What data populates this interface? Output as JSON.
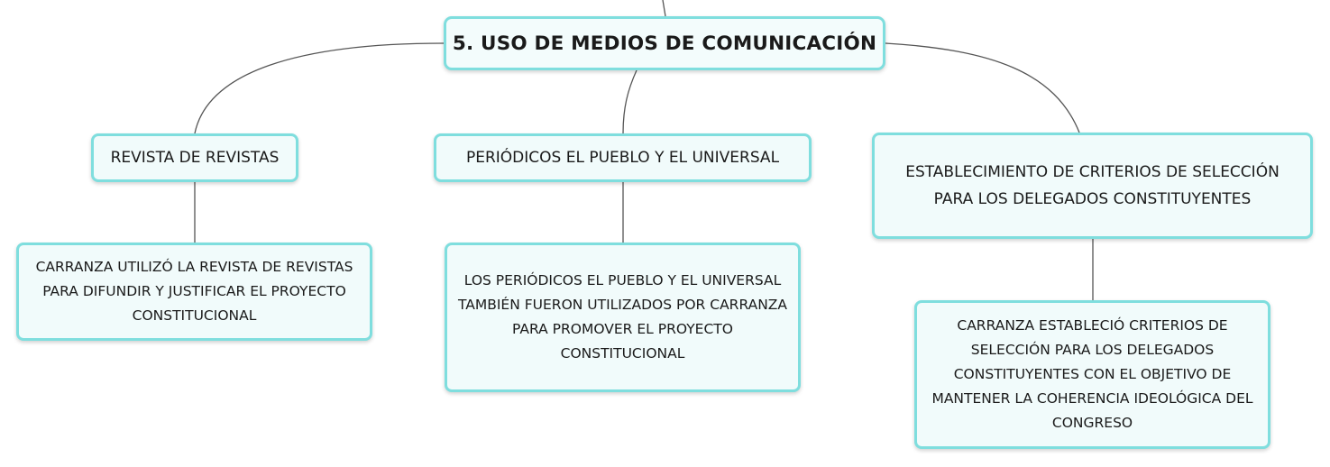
{
  "root": {
    "label": "5. USO DE MEDIOS DE COMUNICACIÓN"
  },
  "branches": [
    {
      "label": "REVISTA DE REVISTAS",
      "child": "CARRANZA UTILIZÓ LA REVISTA DE REVISTAS PARA DIFUNDIR Y JUSTIFICAR EL PROYECTO CONSTITUCIONAL"
    },
    {
      "label": "PERIÓDICOS EL PUEBLO Y EL UNIVERSAL",
      "child": "LOS PERIÓDICOS EL PUEBLO Y EL UNIVERSAL TAMBIÉN FUERON UTILIZADOS POR CARRANZA PARA PROMOVER EL PROYECTO CONSTITUCIONAL"
    },
    {
      "label": "ESTABLECIMIENTO DE CRITERIOS DE SELECCIÓN PARA LOS DELEGADOS CONSTITUYENTES",
      "child": "CARRANZA ESTABLECIÓ CRITERIOS DE SELECCIÓN PARA LOS DELEGADOS CONSTITUYENTES CON EL OBJETIVO DE MANTENER LA COHERENCIA IDEOLÓGICA DEL CONGRESO"
    }
  ],
  "colors": {
    "node_border": "#7fdede",
    "node_fill": "#f1fbfb",
    "connector": "#555555"
  }
}
